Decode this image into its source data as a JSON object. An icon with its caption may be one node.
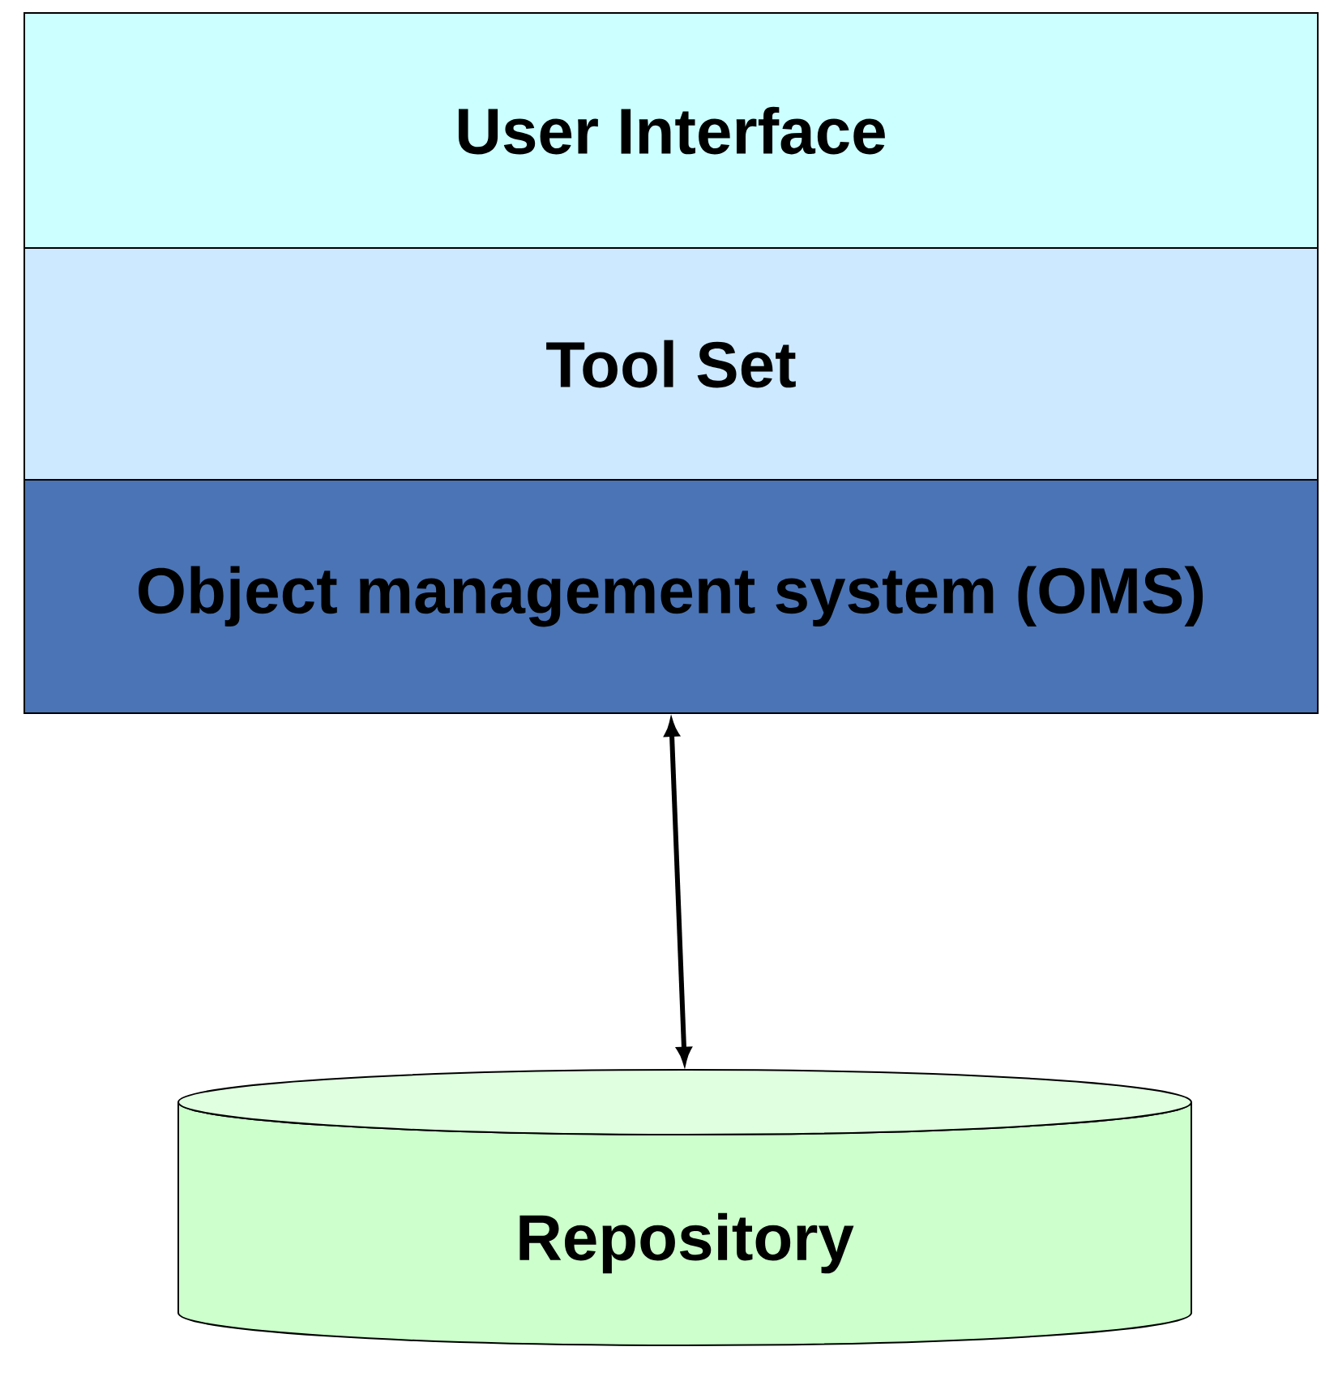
{
  "diagram": {
    "nodes": [
      {
        "text": [
          "User Interface"
        ]
      },
      {
        "text": [
          "Tool Set"
        ]
      },
      {
        "text": [
          "Object management system (OMS)"
        ]
      },
      {
        "text": [
          "Repository"
        ]
      }
    ],
    "edges": [
      {
        "from": 2,
        "to": 3,
        "arrow": "both"
      }
    ]
  }
}
